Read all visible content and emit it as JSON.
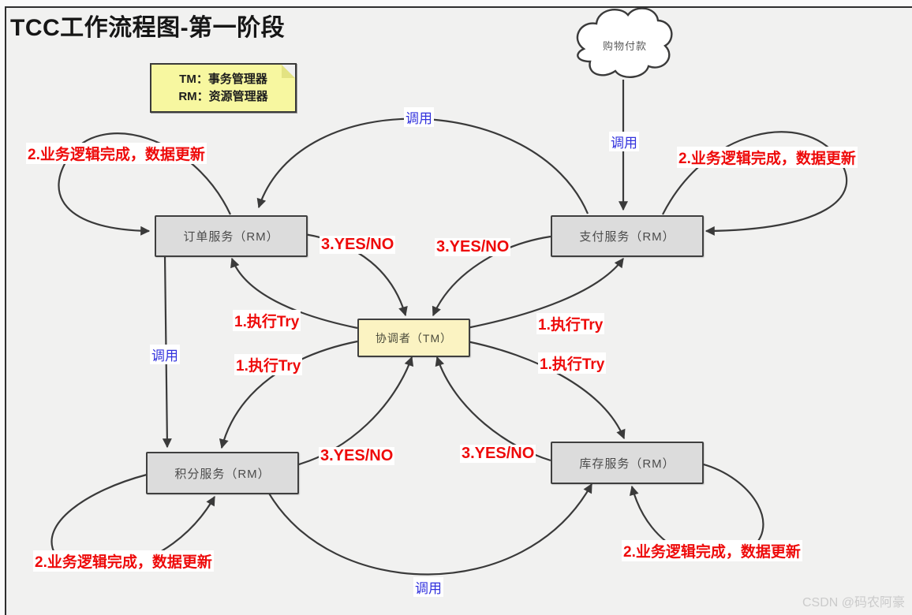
{
  "page": {
    "title": "TCC工作流程图-第一阶段",
    "watermark": "CSDN @码农阿豪"
  },
  "note": {
    "line1": "TM：事务管理器",
    "line2": "RM：资源管理器"
  },
  "cloud": {
    "label": "购物付款"
  },
  "nodes": {
    "coordinator": "协调者（TM）",
    "order": "订单服务（RM）",
    "pay": "支付服务（RM）",
    "points": "积分服务（RM）",
    "stock": "库存服务（RM）"
  },
  "edge_labels": {
    "call": "调用",
    "try": "1.执行Try",
    "yesno": "3.YES/NO",
    "done": "2.业务逻辑完成，数据更新"
  },
  "colors": {
    "label_red": "#ee0a0a",
    "label_blue": "#3232dd",
    "box_fill": "#dcdcdc",
    "note_fill": "#f7f7a0",
    "coordinator_fill": "#fbf3c2",
    "edge_stroke": "#3a3a3a",
    "background": "#f1f1f0"
  }
}
